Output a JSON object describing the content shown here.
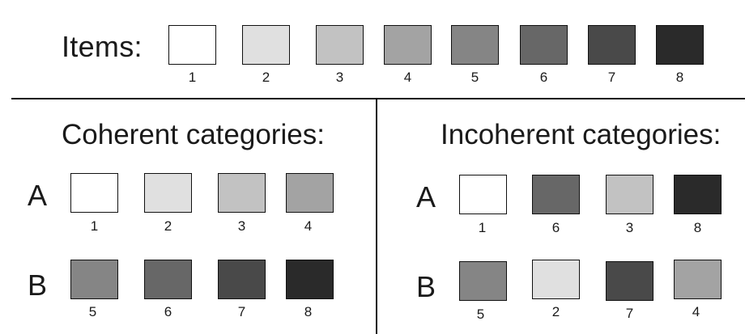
{
  "items": {
    "label": "Items:",
    "swatches": [
      {
        "number": "1",
        "color": "#ffffff"
      },
      {
        "number": "2",
        "color": "#e0e0e0"
      },
      {
        "number": "3",
        "color": "#c2c2c2"
      },
      {
        "number": "4",
        "color": "#a3a3a3"
      },
      {
        "number": "5",
        "color": "#858585"
      },
      {
        "number": "6",
        "color": "#676767"
      },
      {
        "number": "7",
        "color": "#494949"
      },
      {
        "number": "8",
        "color": "#2a2a2a"
      }
    ]
  },
  "coherent": {
    "heading": "Coherent categories:",
    "rows": [
      {
        "letter": "A",
        "swatches": [
          {
            "number": "1",
            "color": "#ffffff"
          },
          {
            "number": "2",
            "color": "#e0e0e0"
          },
          {
            "number": "3",
            "color": "#c2c2c2"
          },
          {
            "number": "4",
            "color": "#a3a3a3"
          }
        ]
      },
      {
        "letter": "B",
        "swatches": [
          {
            "number": "5",
            "color": "#858585"
          },
          {
            "number": "6",
            "color": "#676767"
          },
          {
            "number": "7",
            "color": "#494949"
          },
          {
            "number": "8",
            "color": "#2a2a2a"
          }
        ]
      }
    ]
  },
  "incoherent": {
    "heading": "Incoherent categories:",
    "rows": [
      {
        "letter": "A",
        "swatches": [
          {
            "number": "1",
            "color": "#ffffff"
          },
          {
            "number": "6",
            "color": "#676767"
          },
          {
            "number": "3",
            "color": "#c2c2c2"
          },
          {
            "number": "8",
            "color": "#2a2a2a"
          }
        ]
      },
      {
        "letter": "B",
        "swatches": [
          {
            "number": "5",
            "color": "#858585"
          },
          {
            "number": "2",
            "color": "#e0e0e0"
          },
          {
            "number": "7",
            "color": "#494949"
          },
          {
            "number": "4",
            "color": "#a3a3a3"
          }
        ]
      }
    ]
  }
}
